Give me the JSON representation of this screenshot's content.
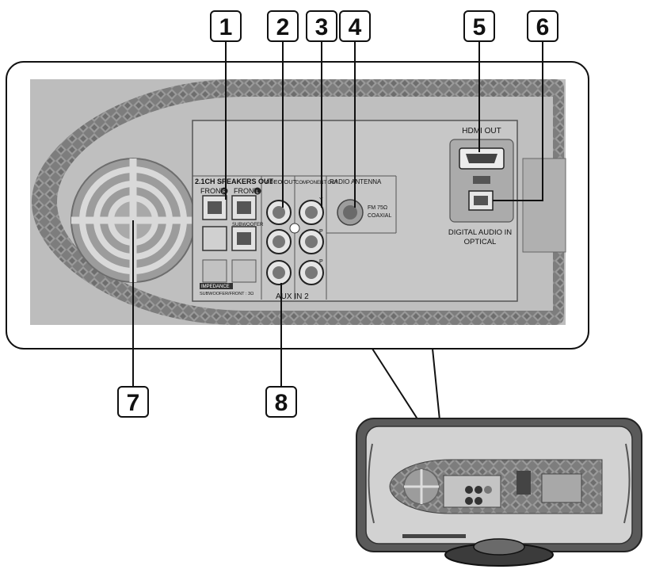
{
  "callouts": [
    "1",
    "2",
    "3",
    "4",
    "5",
    "6",
    "7",
    "8"
  ],
  "panel": {
    "speakers_out": "2.1CH SPEAKERS OUT",
    "front_r": "FRONT",
    "front_l": "FRONT",
    "subwoofer": "SUBWOOFER",
    "impedance": "IMPEDANCE",
    "impedance_note": "SUBWOOFER/FRONT : 3Ω",
    "video_out": "VIDEO OUT",
    "component_out": "COMPONENT OUT",
    "radio_antenna": "RADIO ANTENNA",
    "y": "Y",
    "pb": "P",
    "pr": "P",
    "fm": "FM 75Ω",
    "coaxial": "COAXIAL",
    "aux_in": "AUX IN 2",
    "hdmi_out": "HDMI OUT",
    "digital_audio_in": "DIGITAL AUDIO IN",
    "optical": "OPTICAL",
    "badge_r": "R",
    "badge_l": "L"
  },
  "colors": {
    "panel_bg": "#b9b9b9",
    "pattern_band": "#8c8c8c",
    "connector_panel": "#c8c8c8",
    "ink": "#111111"
  }
}
